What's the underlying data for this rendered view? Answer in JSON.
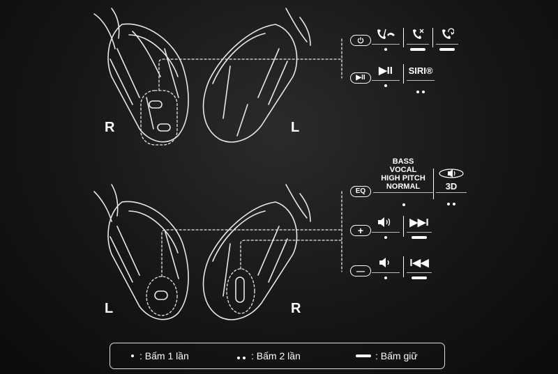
{
  "sides": {
    "top_left": "R",
    "top_right": "L",
    "bottom_left": "L",
    "bottom_right": "R"
  },
  "buttons": {
    "power": "power-icon",
    "play_pause": "▶II",
    "eq": "EQ",
    "plus": "+",
    "minus": "—"
  },
  "actions": {
    "power": {
      "answer_end": "phone-answer-end-icon",
      "reject": "call-reject-icon",
      "redial": "call-redial-icon"
    },
    "play_pause": {
      "play_pause": "▶II",
      "siri": "SIRI®"
    },
    "eq": {
      "modes": [
        "BASS",
        "VOCAL",
        "HIGH PITCH",
        "NORMAL"
      ],
      "three_d": "3D"
    },
    "plus": {
      "volume_up": "volume-up-icon",
      "next": "▶▶I"
    },
    "minus": {
      "volume_down": "volume-down-icon",
      "previous": "I◀◀"
    }
  },
  "legend": {
    "single": ": Bấm 1 lần",
    "double": ": Bấm 2 lần",
    "hold": ": Bấm giữ"
  },
  "colors": {
    "background": "#161616",
    "line": "#ffffff"
  }
}
